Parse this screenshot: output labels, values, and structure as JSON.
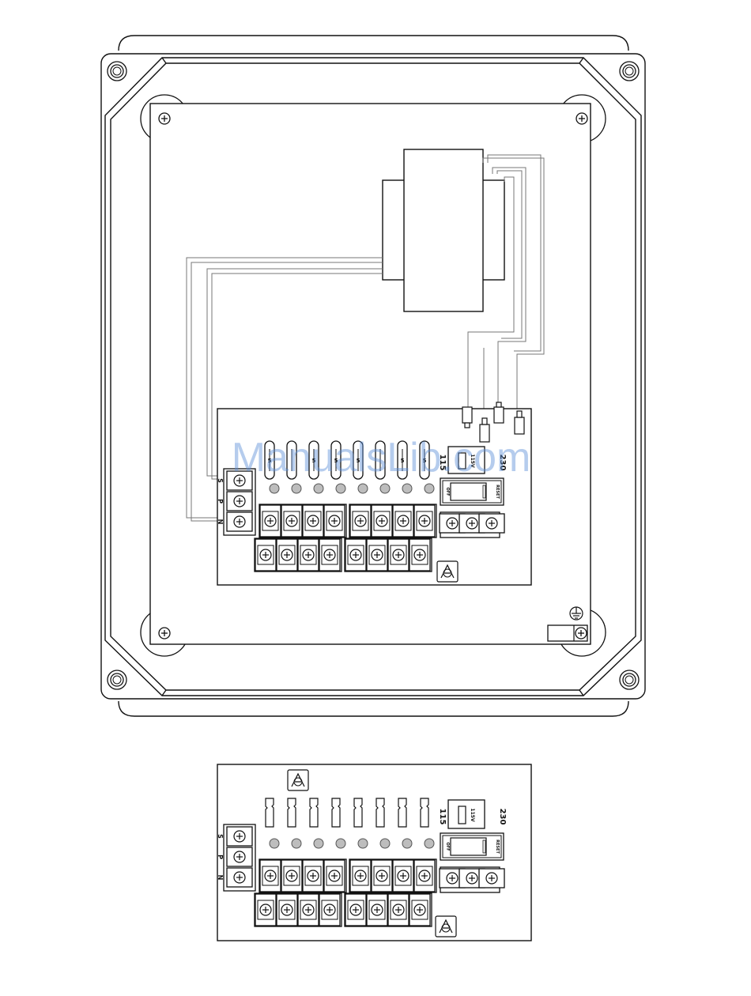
{
  "watermark": "ManualsLib.com",
  "board": {
    "terminal_labels": [
      "S",
      "P",
      "N"
    ],
    "fuse_label": "5",
    "voltage_low": "115",
    "voltage_high": "230",
    "switch_label": "115V",
    "breaker_off": "OFF",
    "breaker_reset": "RESET"
  },
  "colors": {
    "line": "#111111",
    "led": "#bdbdbd",
    "wire": "#777777"
  }
}
